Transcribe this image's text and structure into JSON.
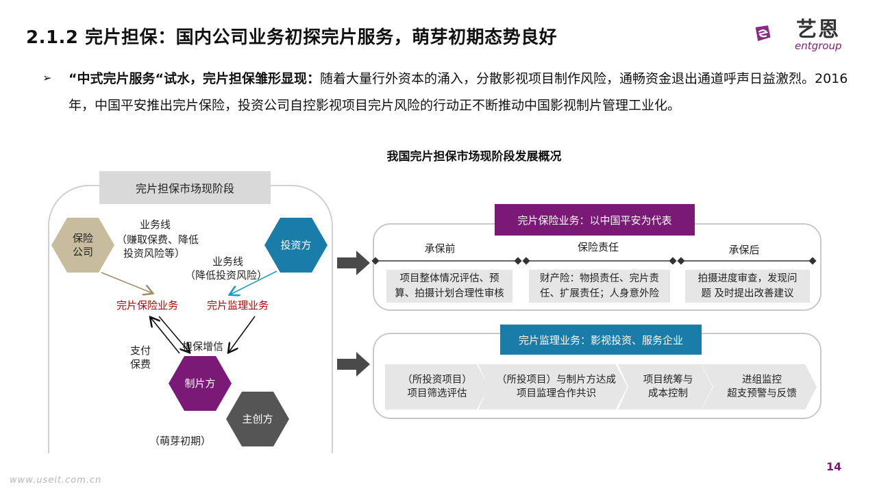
{
  "header": {
    "title": "2.1.2 完片担保：国内公司业务初探完片服务，萌芽初期态势良好",
    "logo_text": "艺恩",
    "logo_sub": "entgroup"
  },
  "bullet": {
    "bold": "“中式完片服务“试水，完片担保雏形显现：",
    "text": "随着大量行外资本的涌入，分散影视项目制作风险，通畅资金退出通道呼声日益激烈。2016年，中国平安推出完片保险，投资公司自控影视项目完片风险的行动正不断推动中国影视制片管理工业化。"
  },
  "diagram_title": "我国完片担保市场现阶段发展概况",
  "left": {
    "label": "完片担保市场现阶段",
    "insurer": "保险公司",
    "investor": "投资方",
    "producer": "制片方",
    "creator": "主创方",
    "line1_title": "业务线",
    "line1_desc_a": "（赚取保费、降低",
    "line1_desc_b": "投资风险等）",
    "line2_title": "业务线",
    "line2_desc": "（降低投资风险）",
    "svc_insurance": "完片保险业务",
    "svc_supervision": "完片监理业务",
    "pay_a": "支付",
    "pay_b": "保费",
    "guarantee": "担保增信",
    "stage": "（萌芽初期）"
  },
  "insurance_box": {
    "banner": "完片保险业务：以中国平安为代表",
    "cols": [
      {
        "header": "承保前",
        "body_a": "项目整体情况评估、预",
        "body_b": "算、拍摄计划合理性审核"
      },
      {
        "header": "保险责任",
        "body_a": "财产险：物损责任、完片责",
        "body_b": "任、扩展责任；人身意外险"
      },
      {
        "header": "承保后",
        "body_a": "拍摄进度审查，发现问",
        "body_b": "题 及时提出改善建议"
      }
    ]
  },
  "supervision_box": {
    "banner": "完片监理业务：影视投资、服务企业",
    "steps": [
      {
        "a": "（所投资项目）",
        "b": "项目筛选评估"
      },
      {
        "a": "（所投项目）与制片方达成",
        "b": "项目监理合作共识"
      },
      {
        "a": "项目统筹与",
        "b": "成本控制"
      },
      {
        "a": "进组监控",
        "b": "超支预警与反馈"
      }
    ]
  },
  "footer": {
    "page": "14",
    "watermark": "www.useit.com.cn"
  },
  "colors": {
    "purple": "#7a1a76",
    "blue": "#1a7ca8",
    "khaki": "#c7bc9e",
    "dark_gray": "#555555",
    "red": "#c00000"
  }
}
